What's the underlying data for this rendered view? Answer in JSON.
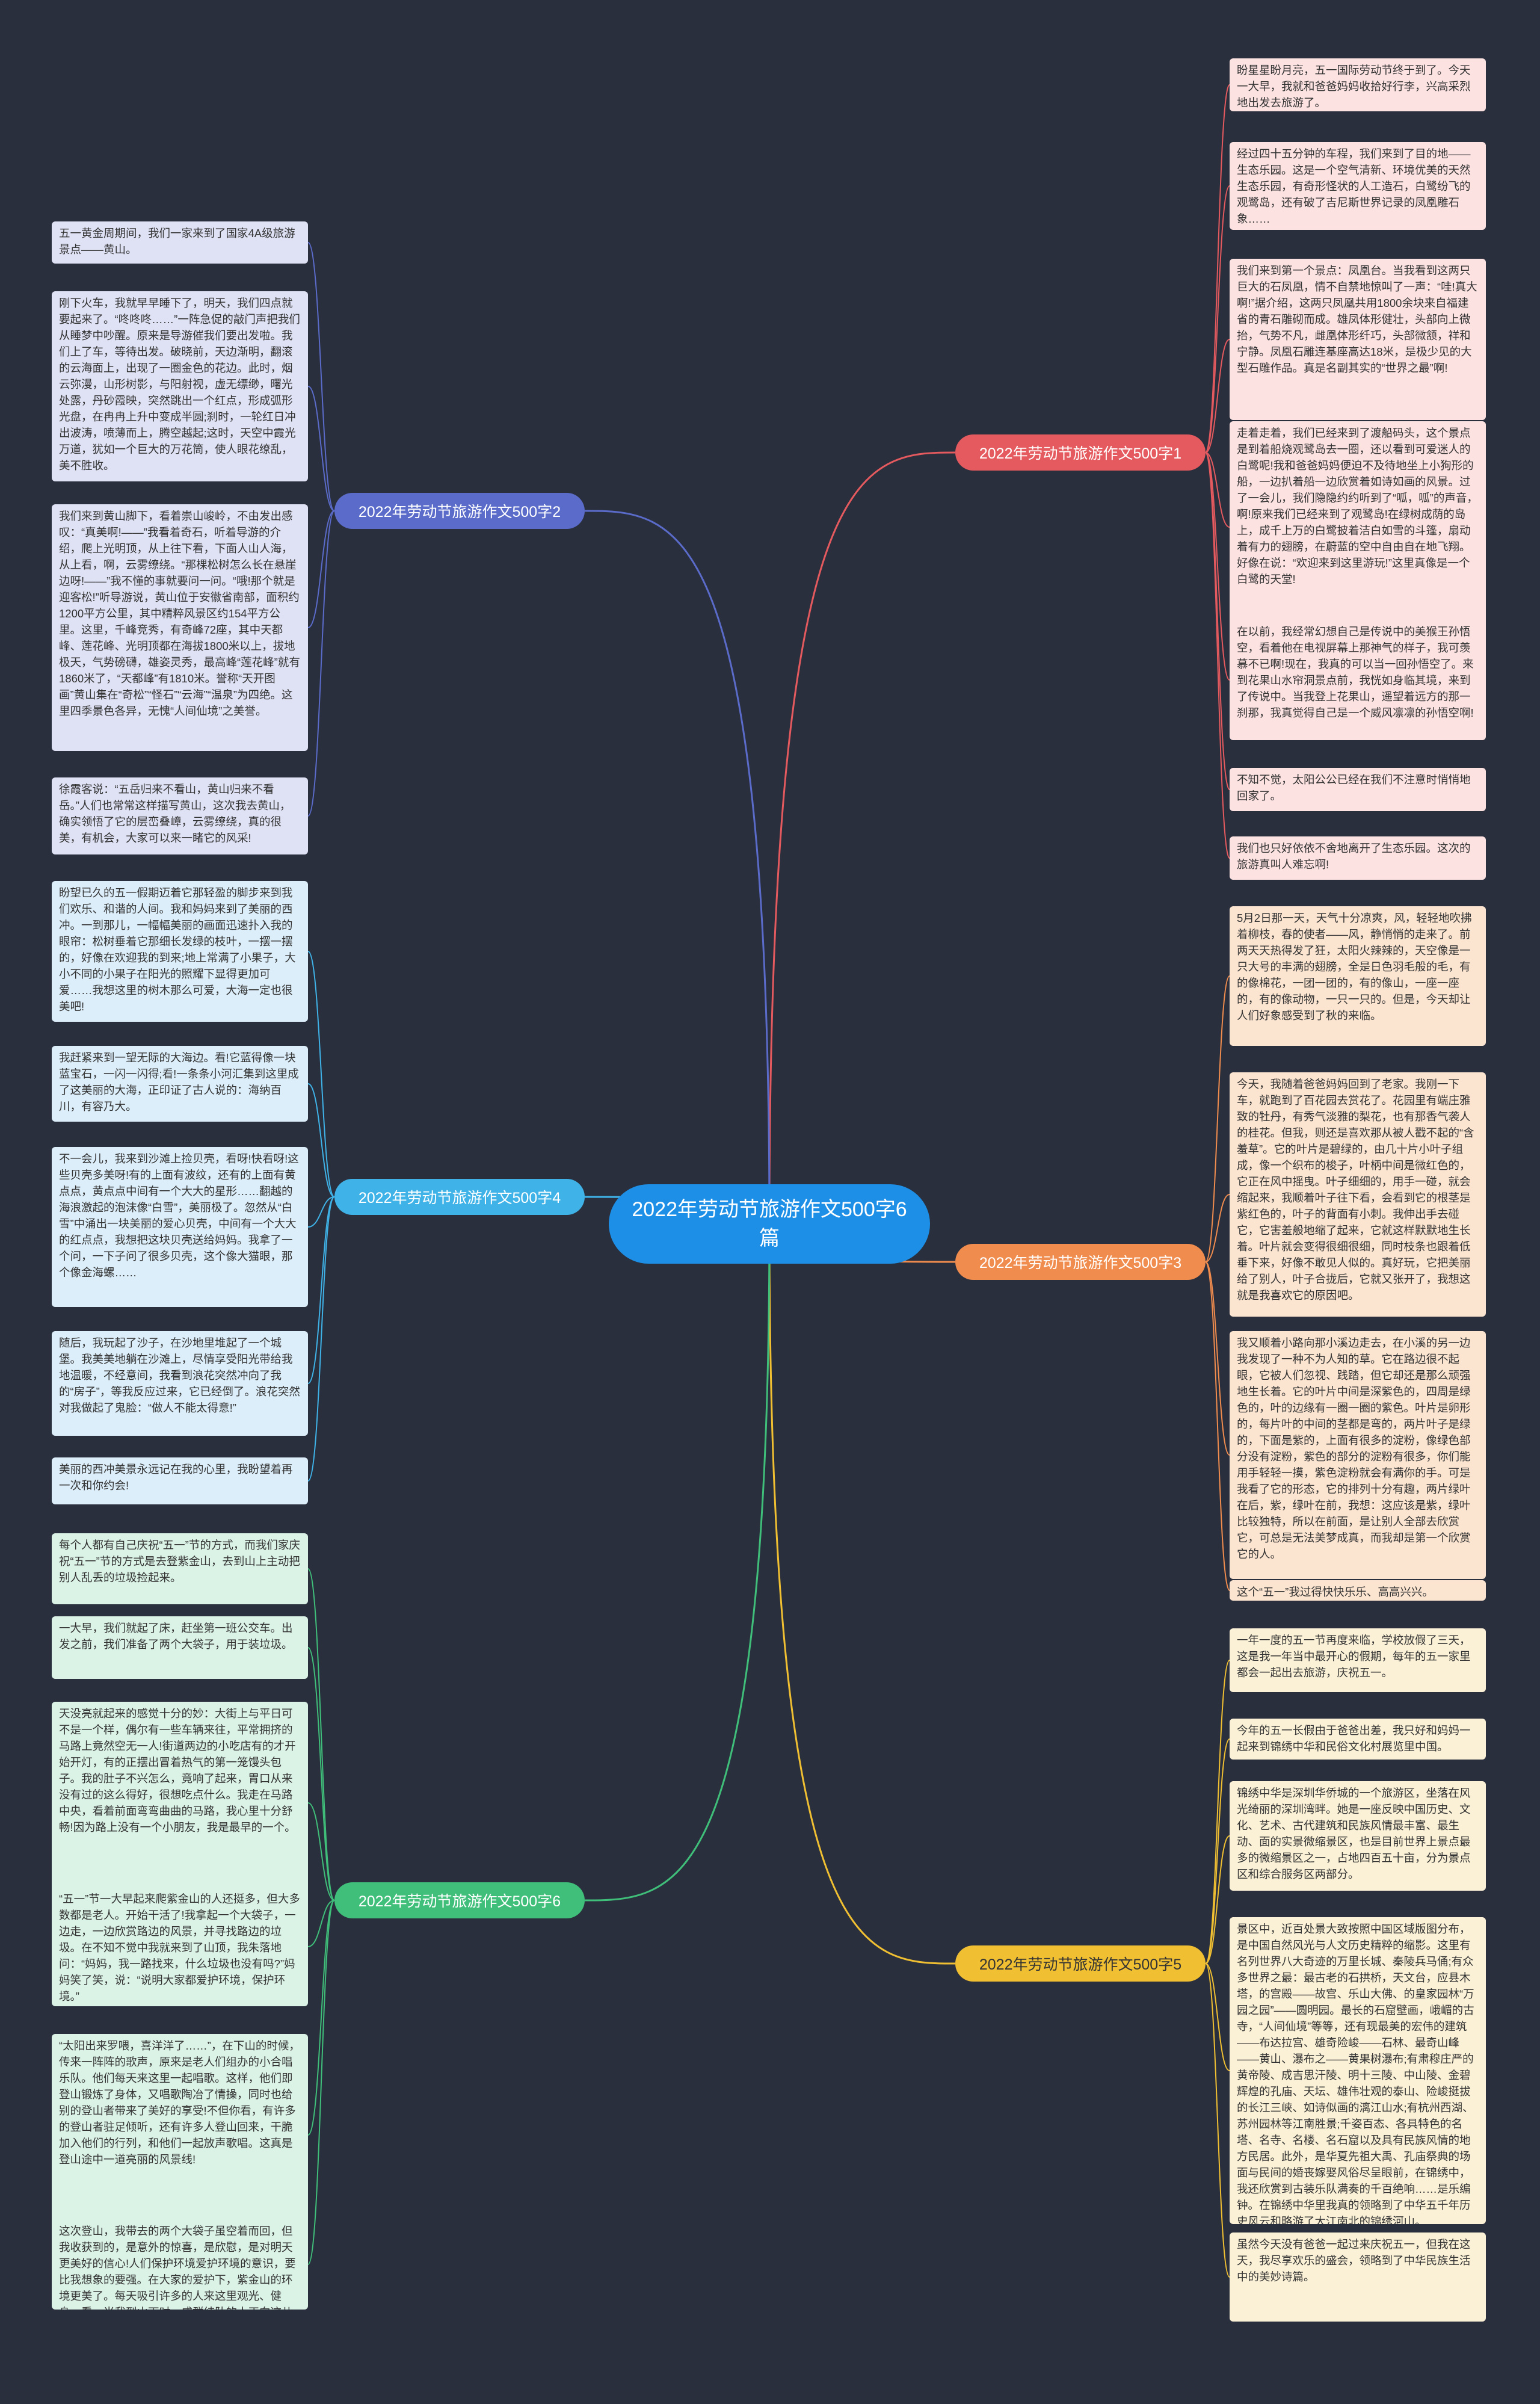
{
  "center": {
    "title": "2022年劳动节旅游作文500字6篇"
  },
  "branches": [
    {
      "label": "2022年劳动节旅游作文500字1",
      "color": "#e45a5e",
      "leaves": [
        "盼星星盼月亮，五一国际劳动节终于到了。今天一大早，我就和爸爸妈妈收拾好行李，兴高采烈地出发去旅游了。",
        "经过四十五分钟的车程，我们来到了目的地——生态乐园。这是一个空气清新、环境优美的天然生态乐园，有奇形怪状的人工造石，白鹭纷飞的观鹭岛，还有破了吉尼斯世界记录的凤凰雕石象……",
        "我们来到第一个景点：凤凰台。当我看到这两只巨大的石凤凰，情不自禁地惊叫了一声：“哇!真大啊!”据介绍，这两只凤凰共用1800余块来自福建省的青石雕砌而成。雄凤体形健壮，头部向上微抬，气势不凡，雌凰体形纤巧，头部微颔，祥和宁静。凤凰石雕连基座高达18米，是极少见的大型石雕作品。真是名副其实的“世界之最”啊!",
        "走着走着，我们已经来到了渡船码头，这个景点是到着船烧观鹭岛去一圈，还以看到可爱迷人的白鹭呢!我和爸爸妈妈便迫不及待地坐上小狗形的船，一边扒着船一边欣赏着如诗如画的风景。过了一会儿，我们隐隐约约听到了“呱，呱”的声音，啊!原来我们已经来到了观鹭岛!在绿树成荫的岛上，成千上万的白鹭披着洁白如雪的斗篷，扇动着有力的翅膀，在蔚蓝的空中自由自在地飞翔。好像在说：“欢迎来到这里游玩!”这里真像是一个白鹭的天堂!",
        "在以前，我经常幻想自己是传说中的美猴王孙悟空，看着他在电视屏幕上那神气的样子，我可羡慕不已啊!现在，我真的可以当一回孙悟空了。来到花果山水帘洞景点前，我恍如身临其境，来到了传说中。当我登上花果山，遥望着远方的那一刹那，我真觉得自己是一个威风凛凛的孙悟空啊!",
        "不知不觉，太阳公公已经在我们不注意时悄悄地回家了。",
        "我们也只好依依不舍地离开了生态乐园。这次的旅游真叫人难忘啊!"
      ]
    },
    {
      "label": "2022年劳动节旅游作文500字3",
      "color": "#f08c4e",
      "leaves": [
        "5月2日那一天，天气十分凉爽，风，轻轻地吹拂着柳枝，春的使者——风，静悄悄的走来了。前两天天热得发了狂，太阳火辣辣的，天空像是一只大号的丰满的翅膀，全是日色羽毛般的毛，有的像棉花，一团一团的，有的像山，一座一座的，有的像动物，一只一只的。但是，今天却让人们好象感受到了秋的来临。",
        "今天，我随着爸爸妈妈回到了老家。我刚一下车，就跑到了百花园去赏花了。花园里有端庄雅致的牡丹，有秀气淡雅的梨花，也有那香气袭人的桂花。但我，则还是喜欢那从被人戳不起的“含羞草”。它的叶片是碧绿的，由几十片小叶子组成，像一个织布的梭子，叶柄中间是微红色的，它正在风中摇曳。叶子细细的，用手一碰，就会缩起来，我顺着叶子往下看，会看到它的根茎是紫红色的，叶子的背面有小刺。我伸出手去碰它，它害羞般地缩了起来，它就这样默默地生长着。叶片就会变得很细很细，同时枝条也跟着低垂下来，好像不敢见人似的。真好玩，它把美丽给了别人，叶子合拢后，它就又张开了，我想这就是我喜欢它的原因吧。",
        "我又顺着小路向那小溪边走去，在小溪的另一边我发现了一种不为人知的草。它在路边很不起眼，它被人们忽视、践踏，但它却还是那么顽强地生长着。它的叶片中间是深紫色的，四周是绿色的，叶的边缘有一圈一圈的紫色。叶片是卵形的，每片叶的中间的茎都是弯的，两片叶子是绿的，下面是紫的，上面有很多的淀粉，像绿色部分没有淀粉，紫色的部分的淀粉有很多，你们能用手轻轻一摸，紫色淀粉就会有满你的手。可是我看了它的形态，它的排列十分有趣，两片绿叶在后，紫，绿叶在前，我想：这应该是紫，绿叶比较独特，所以在前面，是让别人全部去欣赏它，可总是无法美梦成真，而我却是第一个欣赏它的人。",
        "这个“五一”我过得快快乐乐、高高兴兴。"
      ]
    },
    {
      "label": "2022年劳动节旅游作文500字5",
      "color": "#f0c032",
      "leaves": [
        "一年一度的五一节再度来临，学校放假了三天，这是我一年当中最开心的假期，每年的五一家里都会一起出去旅游，庆祝五一。",
        "今年的五一长假由于爸爸出差，我只好和妈妈一起来到锦绣中华和民俗文化村展览里中国。",
        "锦绣中华是深圳华侨城的一个旅游区，坐落在风光绮丽的深圳湾畔。她是一座反映中国历史、文化、艺术、古代建筑和民族风情最丰富、最生动、面的实景微缩景区，也是目前世界上景点最多的微缩景区之一，占地四百五十亩，分为景点区和综合服务区两部分。",
        "景区中，近百处景大致按照中国区域版图分布，是中国自然风光与人文历史精粹的缩影。这里有名列世界八大奇迹的万里长城、秦陵兵马俑;有众多世界之最：最古老的石拱桥，天文台，应县木塔，的宫殿——故宫、乐山大佛、的皇家园林“万园之园”——圆明园。最长的石窟壁画，峨嵋的古寺，“人间仙境”等等，还有现最美的宏伟的建筑——布达拉宫、雄奇险峻——石林、最奇山峰——黄山、瀑布之——黄果树瀑布;有肃穆庄严的黄帝陵、成吉思汗陵、明十三陵、中山陵、金碧辉煌的孔庙、天坛、雄伟壮观的泰山、险峻挺拔的长江三峡、如诗似画的漓江山水;有杭州西湖、苏州园林等江南胜景;千姿百态、各具特色的名塔、名寺、名楼、名石窟以及具有民族风情的地方民居。此外，是华夏先祖大禹、孔庙祭典的场面与民间的婚丧嫁娶风俗尽呈眼前，在锦绣中，我还欣赏到古装乐队满奏的千百绝响……是乐编钟。在锦绣中华里我真的领略到了中华五千年历史风云和略游了大江南北的锦绣河山。",
        "虽然今天没有爸爸一起过来庆祝五一，但我在这天，我尽享欢乐的盛会，领略到了中华民族生活中的美妙诗篇。"
      ]
    },
    {
      "label": "2022年劳动节旅游作文500字2",
      "color": "#5a6bc9",
      "leaves": [
        "五一黄金周期间，我们一家来到了国家4A级旅游景点——黄山。",
        "刚下火车，我就早早睡下了，明天，我们四点就要起来了。“咚咚咚……”一阵急促的敲门声把我们从睡梦中吵醒。原来是导游催我们要出发啦。我们上了车，等待出发。破晓前，天边渐明，翻滚的云海面上，出现了一圈金色的花边。此时，烟云弥漫，山形树影，与阳射视，虚无缥缈，曙光处露，丹砂霞映，突然跳出一个红点，形成弧形光盘，在冉冉上升中变成半圆;刹时，一轮红日冲出波涛，喷薄而上，腾空越起;这时，天空中霞光万道，犹如一个巨大的万花筒，使人眼花缭乱，美不胜收。",
        "我们来到黄山脚下，看着崇山峻岭，不由发出感叹：“真美啊!——”我看着奇石，听着导游的介绍，爬上光明顶，从上往下看，下面人山人海，从上看，啊，云雾缭绕。“那棵松树怎么长在悬崖边呀!——”我不懂的事就要问一问。“哦!那个就是迎客松!”听导游说，黄山位于安徽省南部，面积约1200平方公里，其中精粹风景区约154平方公里。这里，千峰竞秀，有奇峰72座，其中天都峰、莲花峰、光明顶都在海拔1800米以上，拔地极天，气势磅礴，雄姿灵秀，最高峰“莲花峰”就有1860米了，“天都峰”有1810米。誉称“天开图画”黄山集在“奇松”“怪石”“云海”“温泉”为四绝。这里四季景色各异，无愧“人间仙境”之美誉。",
        "徐霞客说：“五岳归来不看山，黄山归来不看岳。”人们也常常这样描写黄山，这次我去黄山，确实领悟了它的层峦叠嶂，云雾缭绕，真的很美，有机会，大家可以来一睹它的风采!"
      ]
    },
    {
      "label": "2022年劳动节旅游作文500字4",
      "color": "#3fb3e8",
      "leaves": [
        "盼望已久的五一假期迈着它那轻盈的脚步来到我们欢乐、和谐的人间。我和妈妈来到了美丽的西冲。一到那儿，一幅幅美丽的画面迅速扑入我的眼帘：松树垂着它那细长发绿的枝叶，一摆一摆的，好像在欢迎我的到来;地上常满了小果子，大小不同的小果子在阳光的照耀下显得更加可爱……我想这里的树木那么可爱，大海一定也很美吧!",
        "我赶紧来到一望无际的大海边。看!它蓝得像一块蓝宝石，一闪一闪得;看!一条条小河汇集到这里成了这美丽的大海，正印证了古人说的：海纳百川，有容乃大。",
        "不一会儿，我来到沙滩上捡贝壳，看呀!快看呀!这些贝壳多美呀!有的上面有波纹，还有的上面有黄点点，黄点点中间有一个大大的星形……翻越的海浪激起的泡沫像“白雪”，美丽极了。忽然从“白雪”中涌出一块美丽的爱心贝壳，中间有一个大大的红点点，我想把这块贝壳送给妈妈。我拿了一个问，一下子问了很多贝壳，这个像大猫眼，那个像金海螺……",
        "随后，我玩起了沙子，在沙地里堆起了一个城堡。我美美地躺在沙滩上，尽情享受阳光带给我地温暖，不经意间，我看到浪花突然冲向了我的“房子”，等我反应过来，它已经倒了。浪花突然对我做起了鬼脸：“做人不能太得意!”",
        "美丽的西冲美景永远记在我的心里，我盼望着再一次和你约会!"
      ]
    },
    {
      "label": "2022年劳动节旅游作文500字6",
      "color": "#3fbf7a",
      "leaves": [
        "每个人都有自己庆祝“五一”节的方式，而我们家庆祝“五一”节的方式是去登紫金山，去到山上主动把别人乱丢的垃圾捡起来。",
        "一大早，我们就起了床，赶坐第一班公交车。出发之前，我们准备了两个大袋子，用于装垃圾。",
        "天没亮就起来的感觉十分的妙：大街上与平日可不是一个样，偶尔有一些车辆来往，平常拥挤的马路上竟然空无一人!街道两边的小吃店有的才开始开灯，有的正摆出冒着热气的第一笼馒头包子。我的肚子不兴怎么，竟响了起来，胃口从来没有过的这么得好，很想吃点什么。我走在马路中央，看着前面弯弯曲曲的马路，我心里十分舒畅!因为路上没有一个小朋友，我是最早的一个。",
        "“五一”节一大早起来爬紫金山的人还挺多，但大多数都是老人。开始干活了!我拿起一个大袋子，一边走，一边欣赏路边的风景，并寻找路边的垃圾。在不知不觉中我就来到了山顶，我朱落地问：“妈妈，我一路找来，什么垃圾也没有吗?”妈妈笑了笑，说：“说明大家都爱护环境，保护环境。”",
        "“太阳出来罗喂，喜洋洋了……”，在下山的时候，传来一阵阵的歌声，原来是老人们组办的小合唱乐队。他们每天来这里一起唱歌。这样，他们即登山锻炼了身体，又唱歌陶冶了情操，同时也给别的登山者带来了美好的享受!不但你看，有许多的登山者驻足倾听，还有许多人登山回来，干脆加入他们的行列，和他们一起放声歌唱。这真是登山途中一道亮丽的风景线!",
        "这次登山，我带去的两个大袋子虽空着而回，但我收获到的，是意外的惊喜，是欣慰，是对明天更美好的信心!人们保护环境爱护环境的意识，要比我想象的要强。在大家的爱护下，紫金山的环境更美了。每天吸引许多的人来这里观光、健身。看，当我到山下时，成群结队的人正向这儿涌来。哦!“五一”节真是个踏青的好时候啊!"
      ]
    }
  ]
}
